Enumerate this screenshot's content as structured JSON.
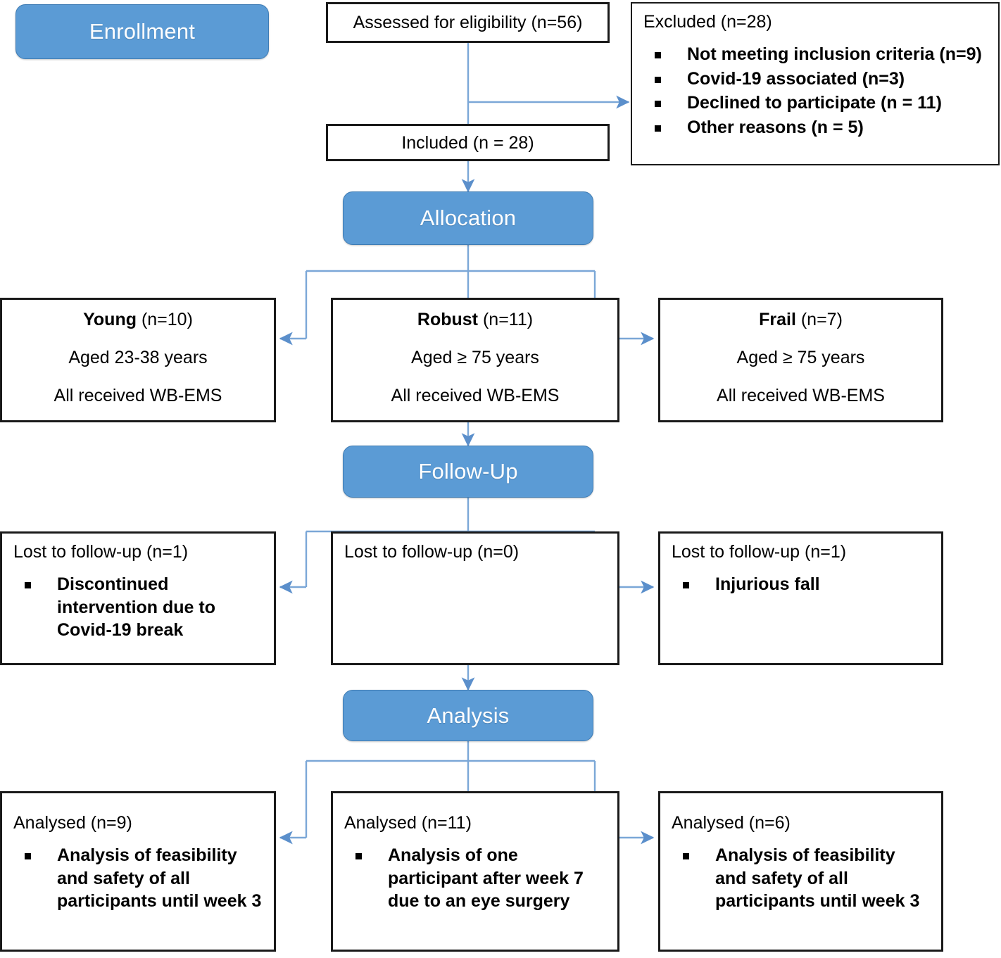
{
  "stages": {
    "enrollment": "Enrollment",
    "allocation": "Allocation",
    "followup": "Follow-Up",
    "analysis": "Analysis"
  },
  "enrollment_row": {
    "assessed": "Assessed for eligibility (n=56)",
    "included": "Included (n = 28)",
    "excluded_title": "Excluded (n=28)",
    "excluded_reasons": [
      "Not meeting inclusion criteria (n=9)",
      "Covid-19 associated (n=3)",
      "Declined to participate (n = 11)",
      "Other reasons (n = 5)"
    ]
  },
  "allocation_row": {
    "young": {
      "name": "Young",
      "count": "(n=10)",
      "age": "Aged 23-38 years",
      "intervention": "All received WB-EMS"
    },
    "robust": {
      "name": "Robust",
      "count": "(n=11)",
      "age": "Aged ≥ 75 years",
      "intervention": "All received WB-EMS"
    },
    "frail": {
      "name": "Frail",
      "count": "(n=7)",
      "age": "Aged ≥ 75 years",
      "intervention": "All received WB-EMS"
    }
  },
  "followup_row": {
    "young": {
      "title": "Lost to follow-up (n=1)",
      "items": [
        "Discontinued intervention due to Covid-19 break"
      ]
    },
    "robust": {
      "title": "Lost to follow-up (n=0)",
      "items": []
    },
    "frail": {
      "title": "Lost to follow-up (n=1)",
      "items": [
        "Injurious fall"
      ]
    }
  },
  "analysis_row": {
    "young": {
      "title": "Analysed (n=9)",
      "items": [
        "Analysis of feasibility and safety of all participants until week 3"
      ]
    },
    "robust": {
      "title": "Analysed (n=11)",
      "items": [
        "Analysis of one participant after week 7 due to an eye surgery"
      ]
    },
    "frail": {
      "title": "Analysed (n=6)",
      "items": [
        "Analysis of feasibility and safety of all participants until week 3"
      ]
    }
  },
  "colors": {
    "stage_fill": "#5B9BD5",
    "stage_border": "#3F7CB4",
    "connector": "#7BA7D7",
    "node_border": "#1A1A1A",
    "text": "#000000"
  },
  "icons": {
    "bullet": "square-bullet-icon",
    "arrow": "arrow-head-icon"
  }
}
